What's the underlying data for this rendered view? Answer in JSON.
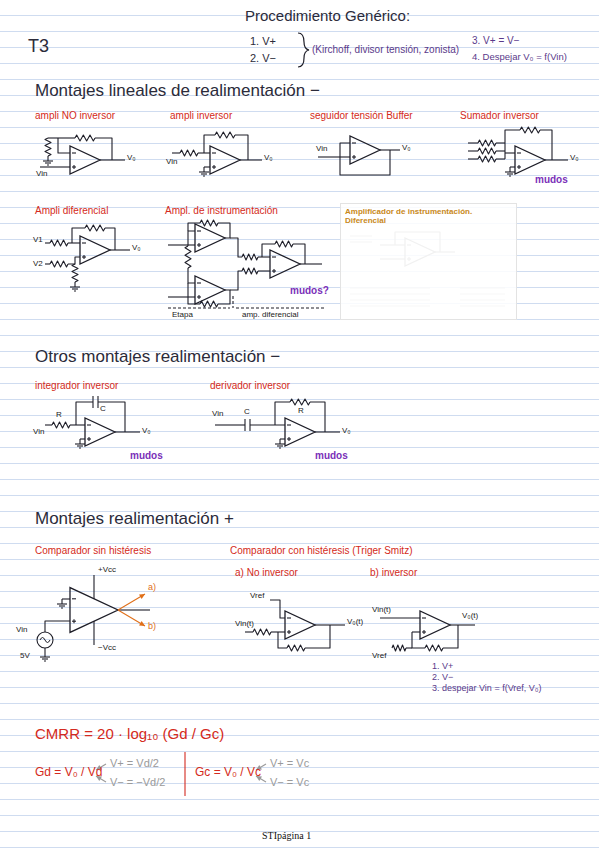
{
  "diagram": {
    "title": "T3",
    "nodes": [
      {
        "text": [
          "ampli NO inversor"
        ]
      },
      {
        "text": [
          "ampli inversor"
        ]
      },
      {
        "text": [
          "seguidor tensión Buffer"
        ]
      },
      {
        "text": [
          "Sumador inversor",
          "mudos"
        ]
      },
      {
        "text": [
          "Ampli diferencial"
        ]
      },
      {
        "text": [
          "Ampl. de instrumentación",
          "mudos?"
        ]
      },
      {
        "text": [
          "Amplificador de instrumentación. Diferencial"
        ]
      },
      {
        "text": [
          "integrador inversor",
          "mudos"
        ]
      },
      {
        "text": [
          "derivador inversor",
          "mudos"
        ]
      },
      {
        "text": [
          "Comparador sin histéresis"
        ]
      },
      {
        "text": [
          "Comparador con histéresis (Triger Smitz)"
        ]
      },
      {
        "text": [
          "a) No inversor"
        ],
        "in": 10
      },
      {
        "text": [
          "b) inversor"
        ],
        "in": 10
      }
    ],
    "labels": [
      "Procedimiento Genérico:",
      "1. V+",
      "2. V−",
      "(Kirchoff, divisor tensión, zonista)",
      "3. V+ = V−",
      "4. Despejar V₀ = f(Vin)",
      "Montajes lineales de realimentación −",
      "Vin",
      "V₀",
      "Vin",
      "V₀",
      "Vin",
      "V₀",
      "V₀",
      "V1",
      "V2",
      "V₀",
      "Etapa",
      "amp. diferencial",
      "Otros montajes realimentación −",
      "C",
      "R",
      "Vin",
      "V₀",
      "C",
      "R",
      "Vin",
      "V₀",
      "Montajes realimentación +",
      "+Vcc",
      "−Vcc",
      "Vin",
      "5V",
      "a)",
      "b)",
      "Vin(t)",
      "V₀(t)",
      "Vref",
      "Vin(t)",
      "V₀(t)",
      "Vref",
      "1. V+",
      "2. V−",
      "3. despejar Vin = f(Vref, V₀)",
      "CMRR = 20 · log₁₀ (Gd / Gc)",
      "Gd = V₀ / Vd",
      "V+ = Vd/2",
      "V− = −Vd/2",
      "Gc = V₀ / Vc",
      "V+ = Vc",
      "V− = Vc",
      "STIpágina 1"
    ]
  }
}
